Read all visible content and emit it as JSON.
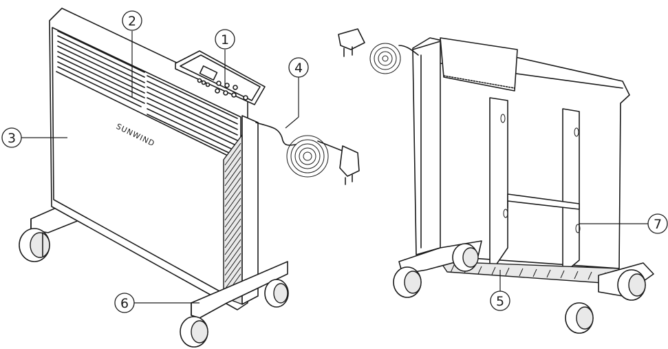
{
  "brand_label": "SUNWIND",
  "callouts": [
    {
      "id": "1",
      "label": "1"
    },
    {
      "id": "2",
      "label": "2"
    },
    {
      "id": "3",
      "label": "3"
    },
    {
      "id": "4",
      "label": "4"
    },
    {
      "id": "5",
      "label": "5"
    },
    {
      "id": "6",
      "label": "6"
    },
    {
      "id": "7",
      "label": "7"
    }
  ],
  "colors": {
    "line": "#1a1a1a",
    "background": "#ffffff"
  }
}
